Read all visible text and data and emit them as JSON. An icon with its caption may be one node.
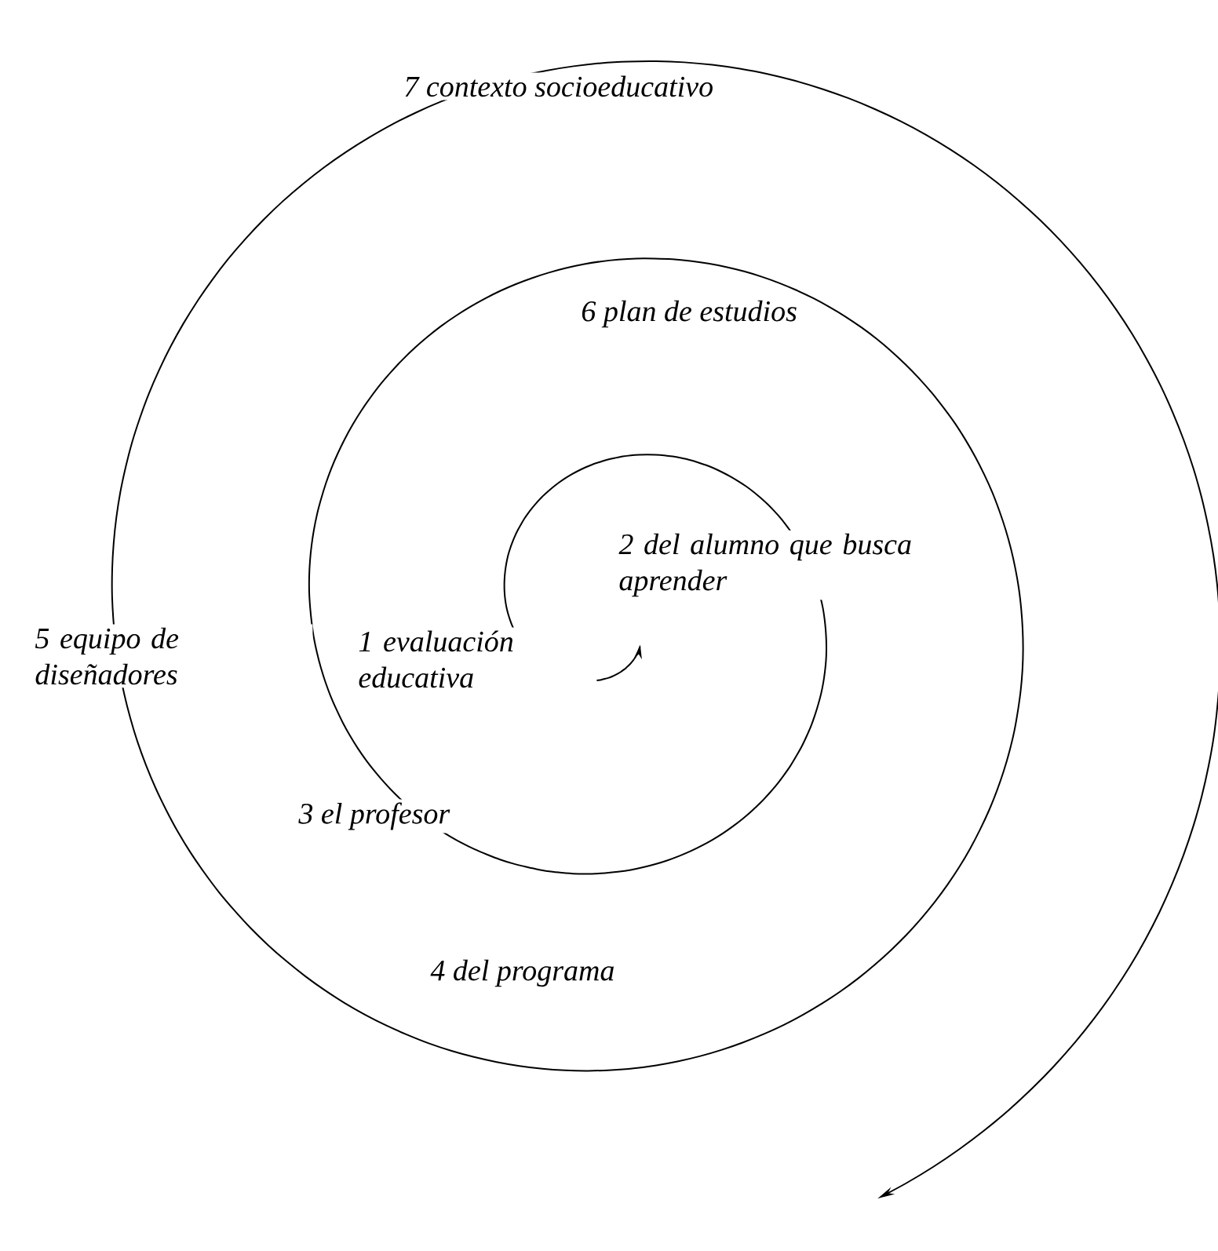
{
  "diagram": {
    "labels": [
      "7 contexto socioeducativo",
      "6 plan de estudios",
      "2 del alumno que busca aprender",
      "5 equipo de diseñadores",
      "1 evaluación educativa",
      "3 el profesor",
      "4 del programa"
    ]
  }
}
